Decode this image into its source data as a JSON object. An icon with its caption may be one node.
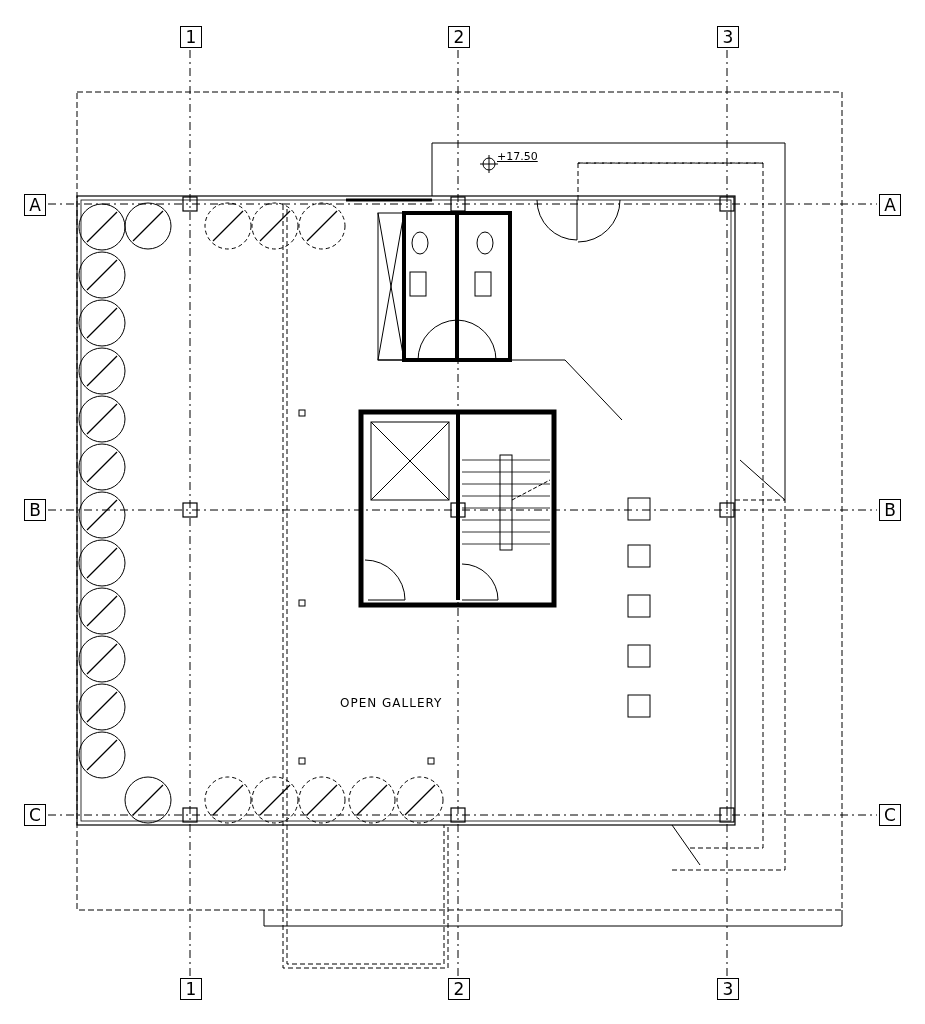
{
  "diagram": {
    "labels": [
      "1",
      "2",
      "3",
      "A",
      "A",
      "+17.50",
      "B",
      "B",
      "OPEN GALLERY",
      "C",
      "C",
      "1",
      "2",
      "3"
    ]
  }
}
